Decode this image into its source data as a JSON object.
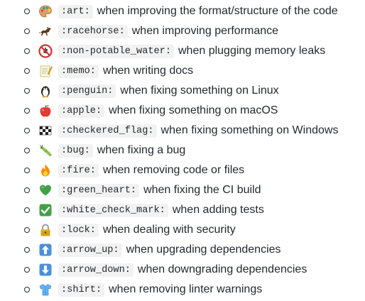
{
  "items": [
    {
      "code": ":art:",
      "desc": "when improving the format/structure of the code",
      "icon": "palette-icon"
    },
    {
      "code": ":racehorse:",
      "desc": "when improving performance",
      "icon": "racehorse-icon"
    },
    {
      "code": ":non-potable_water:",
      "desc": "when plugging memory leaks",
      "icon": "non-potable-water-icon"
    },
    {
      "code": ":memo:",
      "desc": "when writing docs",
      "icon": "memo-icon"
    },
    {
      "code": ":penguin:",
      "desc": "when fixing something on Linux",
      "icon": "penguin-icon"
    },
    {
      "code": ":apple:",
      "desc": "when fixing something on macOS",
      "icon": "apple-icon"
    },
    {
      "code": ":checkered_flag:",
      "desc": "when fixing something on Windows",
      "icon": "checkered-flag-icon"
    },
    {
      "code": ":bug:",
      "desc": "when fixing a bug",
      "icon": "bug-icon"
    },
    {
      "code": ":fire:",
      "desc": "when removing code or files",
      "icon": "fire-icon"
    },
    {
      "code": ":green_heart:",
      "desc": "when fixing the CI build",
      "icon": "green-heart-icon"
    },
    {
      "code": ":white_check_mark:",
      "desc": "when adding tests",
      "icon": "white-check-mark-icon"
    },
    {
      "code": ":lock:",
      "desc": "when dealing with security",
      "icon": "lock-icon"
    },
    {
      "code": ":arrow_up:",
      "desc": "when upgrading dependencies",
      "icon": "arrow-up-icon"
    },
    {
      "code": ":arrow_down:",
      "desc": "when downgrading dependencies",
      "icon": "arrow-down-icon"
    },
    {
      "code": ":shirt:",
      "desc": "when removing linter warnings",
      "icon": "shirt-icon"
    }
  ]
}
